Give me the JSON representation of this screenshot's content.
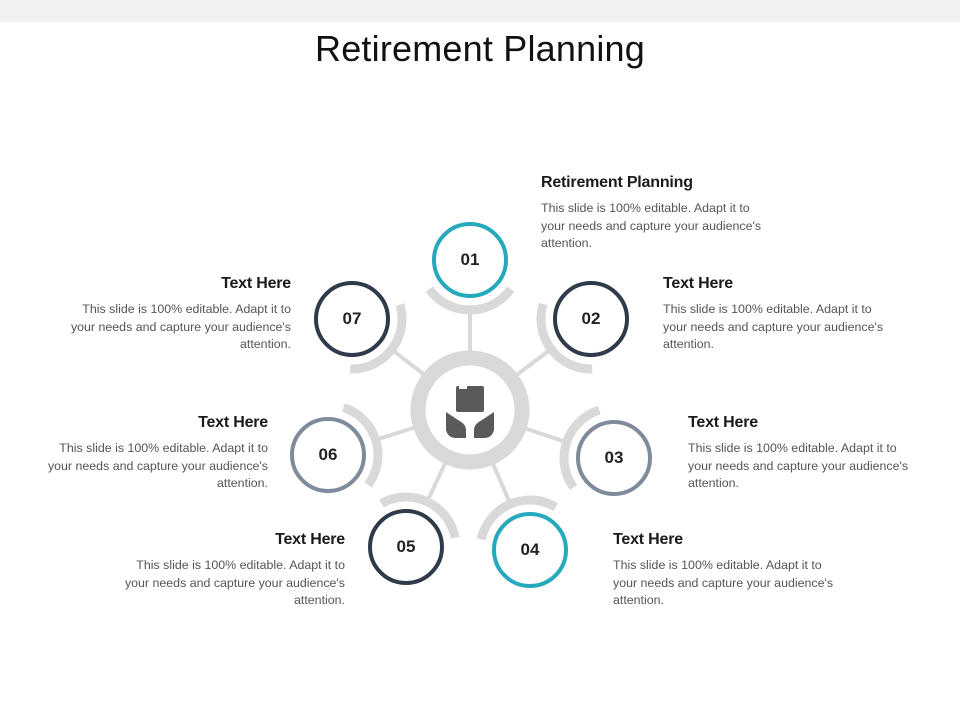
{
  "title": "Retirement Planning",
  "center_icon": "hands-holding-house-icon",
  "colors": {
    "teal": "#27a9bd",
    "navy": "#2f3a4b",
    "gray_blue": "#7f8b9b",
    "light_gray": "#d9d9d9"
  },
  "steps": [
    {
      "number": "01",
      "heading": "Retirement Planning",
      "body": "This slide is 100% editable. Adapt it to your needs and capture your audience's attention."
    },
    {
      "number": "02",
      "heading": "Text Here",
      "body": "This slide is 100% editable. Adapt it to your needs and capture your audience's attention."
    },
    {
      "number": "03",
      "heading": "Text Here",
      "body": "This slide is 100% editable. Adapt it to your needs and capture your audience's attention."
    },
    {
      "number": "04",
      "heading": "Text Here",
      "body": "This slide is 100% editable. Adapt it to your needs and capture your audience's attention."
    },
    {
      "number": "05",
      "heading": "Text Here",
      "body": "This slide is 100% editable. Adapt it to your needs and capture your audience's attention."
    },
    {
      "number": "06",
      "heading": "Text Here",
      "body": "This slide is 100% editable. Adapt it to your needs and capture your audience's attention."
    },
    {
      "number": "07",
      "heading": "Text Here",
      "body": "This slide is 100% editable. Adapt it to your needs and capture your audience's attention."
    }
  ]
}
